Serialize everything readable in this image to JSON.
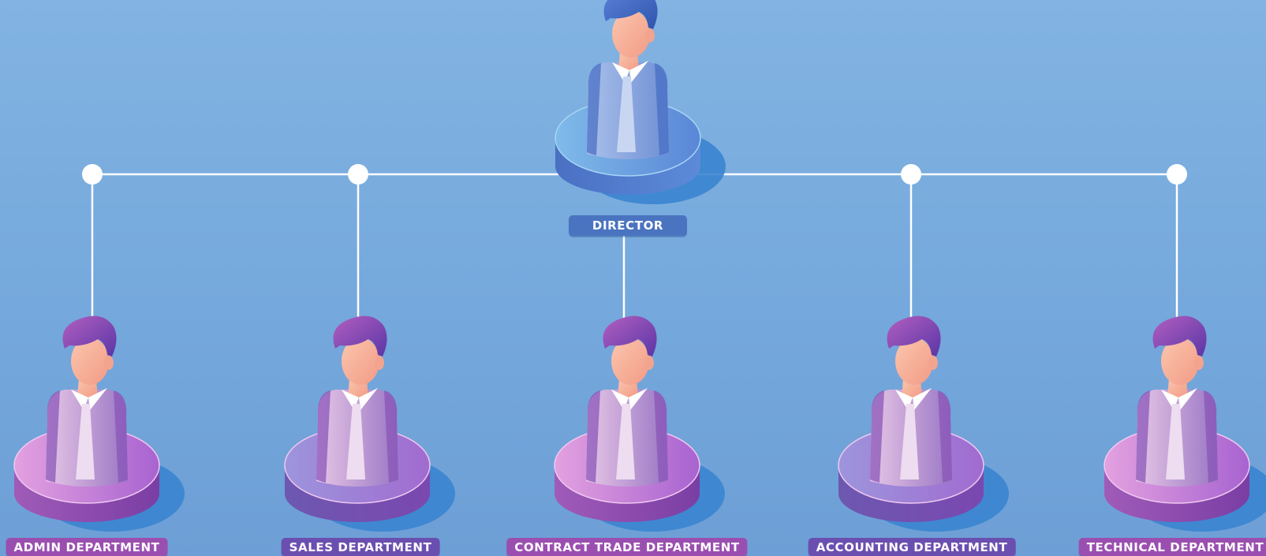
{
  "director": {
    "label": "DIRECTOR",
    "badge_color": "#4a73c0"
  },
  "departments": [
    {
      "label": "ADMIN DEPARTMENT",
      "badge_color": "#9a4fb0"
    },
    {
      "label": "SALES DEPARTMENT",
      "badge_color": "#6a4fb0"
    },
    {
      "label": "CONTRACT TRADE DEPARTMENT",
      "badge_color": "#9a4fb0"
    },
    {
      "label": "ACCOUNTING DEPARTMENT",
      "badge_color": "#6a4fb0"
    },
    {
      "label": "TECHNICAL DEPARTMENT",
      "badge_color": "#9a4fb0"
    }
  ],
  "palette": {
    "connector": "#ffffff",
    "director_base": "#4f7fd0",
    "director_suit": "#8fa6dc",
    "dept_base_pink": "#c07ad4",
    "dept_base_violet": "#8a78d0",
    "dept_suit": "#c0a3d8",
    "skin": "#f7b59a",
    "hair_director": "#3f66be",
    "hair_dept": "#7a3fae"
  }
}
